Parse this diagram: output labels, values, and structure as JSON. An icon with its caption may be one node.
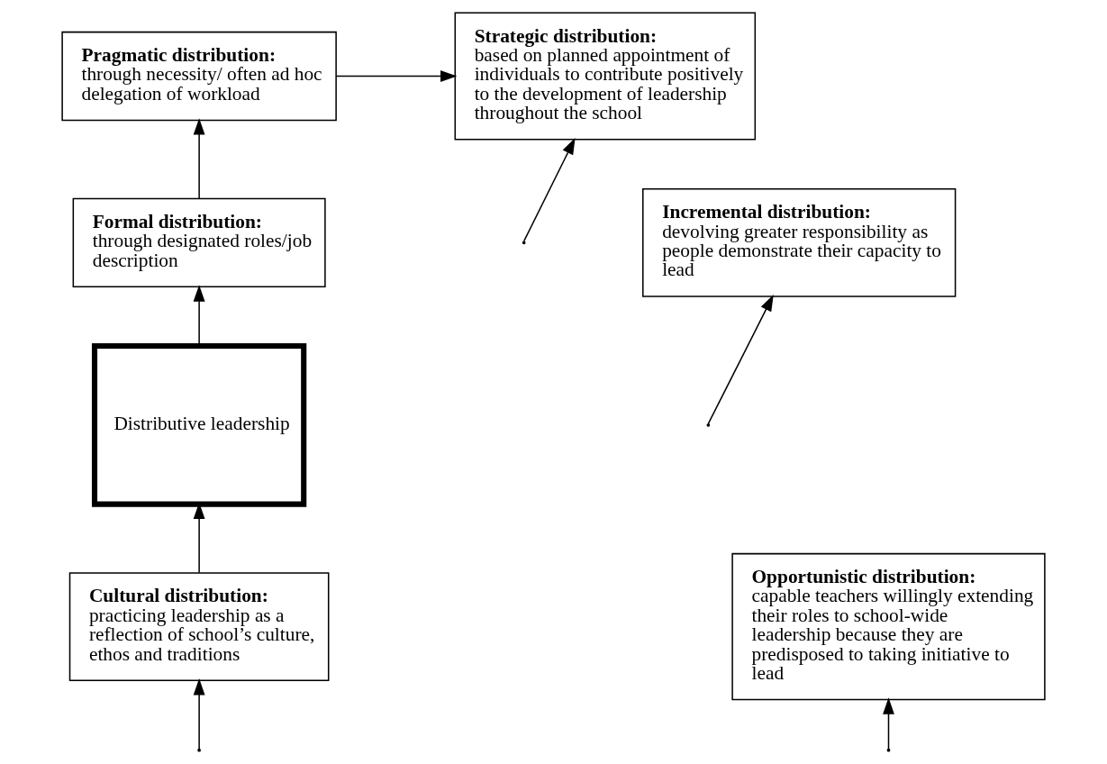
{
  "diagram": {
    "nodes": [
      {
        "text": [
          "Pragmatic distribution:",
          "through necessity/ often ad hoc delegation of workload"
        ]
      },
      {
        "text": [
          "Strategic distribution:",
          "based on planned appointment of individuals to contribute positively to the development of leadership throughout the school"
        ]
      },
      {
        "text": [
          "Formal distribution:",
          "through designated roles/job description"
        ]
      },
      {
        "text": [
          "Incremental distribution:",
          "devolving greater responsibility as people demonstrate their capacity to lead"
        ]
      },
      {
        "text": [
          "Distributive leadership"
        ]
      },
      {
        "text": [
          "Cultural distribution:",
          "practicing leadership as a reflection of school’s culture, ethos and traditions"
        ]
      },
      {
        "text": [
          "Opportunistic distribution:",
          "capable teachers willingly extending their roles to school-wide leadership because they are predisposed to taking initiative to lead"
        ]
      }
    ],
    "edges": [
      {
        "from": 0,
        "to": 1,
        "arrow": "to"
      },
      {
        "from": 2,
        "to": 0,
        "arrow": "to"
      },
      {
        "from": 4,
        "to": 2,
        "arrow": "to"
      },
      {
        "from": 5,
        "to": 4,
        "arrow": "to"
      },
      {
        "from": null,
        "to": 5,
        "arrow": "to"
      },
      {
        "from": null,
        "to": 6,
        "arrow": "to"
      },
      {
        "from": null,
        "to": 1,
        "arrow": "to"
      },
      {
        "from": null,
        "to": 3,
        "arrow": "to"
      }
    ]
  }
}
